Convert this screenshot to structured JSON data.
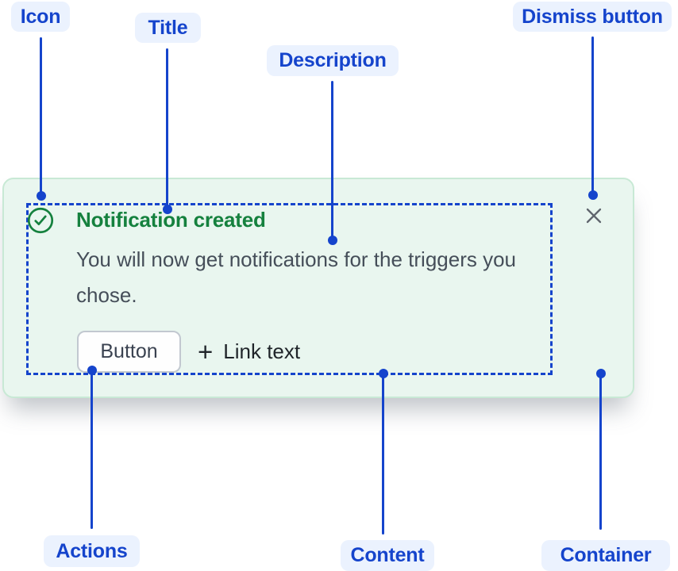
{
  "labels": {
    "icon": "Icon",
    "title": "Title",
    "description": "Description",
    "dismiss": "Dismiss button",
    "actions": "Actions",
    "content": "Content",
    "container": "Container"
  },
  "notification": {
    "title": "Notification created",
    "description": "You will now get notifications for the triggers you chose.",
    "button_label": "Button",
    "plus_glyph": "+",
    "link_label": "Link text",
    "icons": {
      "status": "check-circle-icon",
      "dismiss": "close-icon",
      "link_prefix": "plus-icon"
    }
  },
  "colors": {
    "annotation_blue": "#1544CC",
    "annotation_pill_bg": "#EBF2FE",
    "success_green": "#15813E",
    "card_background": "#E9F6EF",
    "card_border": "#C8E9D5",
    "description_text": "#454E59",
    "button_border": "#C2C8D0",
    "button_text": "#3A4250",
    "dismiss_gray": "#5F656D",
    "link_text": "#1F2429"
  }
}
